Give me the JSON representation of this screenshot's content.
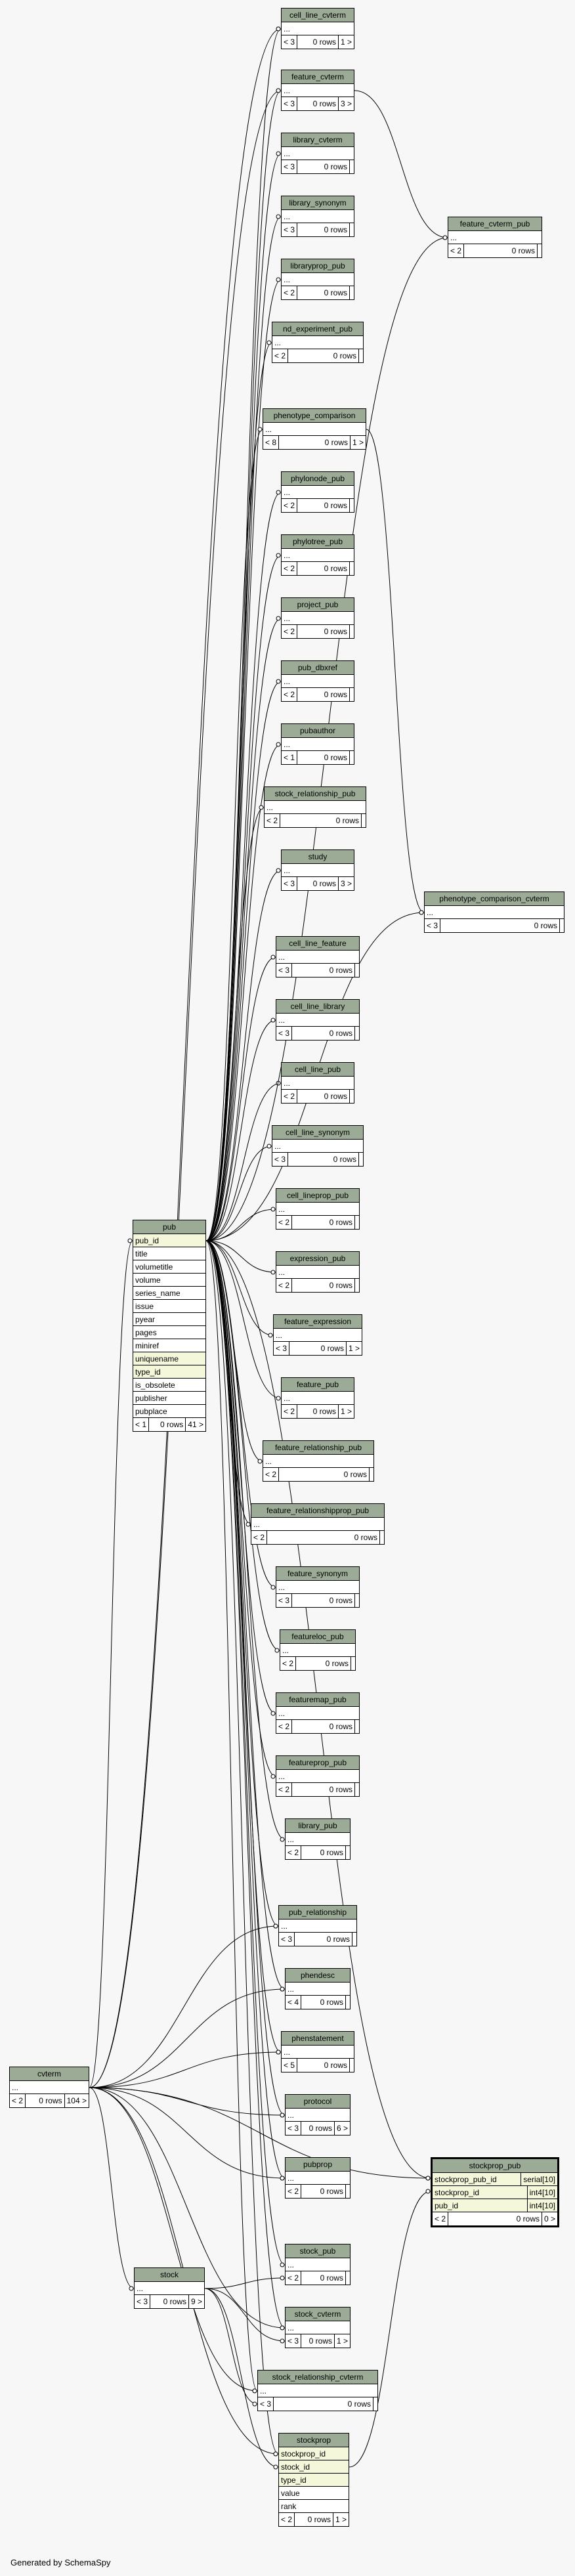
{
  "footer": "Generated by SchemaSpy",
  "tables": [
    {
      "name": "cell_line_cvterm",
      "rows": [
        "..."
      ],
      "footer": [
        "< 3",
        "0 rows",
        "1 >"
      ]
    },
    {
      "name": "feature_cvterm",
      "rows": [
        "..."
      ],
      "footer": [
        "< 3",
        "0 rows",
        "3 >"
      ]
    },
    {
      "name": "library_cvterm",
      "rows": [
        "..."
      ],
      "footer": [
        "< 3",
        "0 rows",
        ""
      ]
    },
    {
      "name": "library_synonym",
      "rows": [
        "..."
      ],
      "footer": [
        "< 3",
        "0 rows",
        ""
      ]
    },
    {
      "name": "libraryprop_pub",
      "rows": [
        "..."
      ],
      "footer": [
        "< 2",
        "0 rows",
        ""
      ]
    },
    {
      "name": "nd_experiment_pub",
      "rows": [
        "..."
      ],
      "footer": [
        "< 2",
        "0 rows",
        ""
      ]
    },
    {
      "name": "feature_cvterm_pub",
      "rows": [
        "..."
      ],
      "footer": [
        "< 2",
        "0 rows",
        ""
      ]
    },
    {
      "name": "phenotype_comparison",
      "rows": [
        "..."
      ],
      "footer": [
        "< 8",
        "0 rows",
        "1 >"
      ]
    },
    {
      "name": "phylonode_pub",
      "rows": [
        "..."
      ],
      "footer": [
        "< 2",
        "0 rows",
        ""
      ]
    },
    {
      "name": "phylotree_pub",
      "rows": [
        "..."
      ],
      "footer": [
        "< 2",
        "0 rows",
        ""
      ]
    },
    {
      "name": "project_pub",
      "rows": [
        "..."
      ],
      "footer": [
        "< 2",
        "0 rows",
        ""
      ]
    },
    {
      "name": "pub_dbxref",
      "rows": [
        "..."
      ],
      "footer": [
        "< 2",
        "0 rows",
        ""
      ]
    },
    {
      "name": "pubauthor",
      "rows": [
        "..."
      ],
      "footer": [
        "< 1",
        "0 rows",
        ""
      ]
    },
    {
      "name": "stock_relationship_pub",
      "rows": [
        "..."
      ],
      "footer": [
        "< 2",
        "0 rows",
        ""
      ]
    },
    {
      "name": "study",
      "rows": [
        "..."
      ],
      "footer": [
        "< 3",
        "0 rows",
        "3 >"
      ]
    },
    {
      "name": "phenotype_comparison_cvterm",
      "rows": [
        "..."
      ],
      "footer": [
        "< 3",
        "0 rows",
        ""
      ]
    },
    {
      "name": "cell_line_feature",
      "rows": [
        "..."
      ],
      "footer": [
        "< 3",
        "0 rows",
        ""
      ]
    },
    {
      "name": "cell_line_library",
      "rows": [
        "..."
      ],
      "footer": [
        "< 3",
        "0 rows",
        ""
      ]
    },
    {
      "name": "cell_line_pub",
      "rows": [
        "..."
      ],
      "footer": [
        "< 2",
        "0 rows",
        ""
      ]
    },
    {
      "name": "cell_line_synonym",
      "rows": [
        "..."
      ],
      "footer": [
        "< 3",
        "0 rows",
        ""
      ]
    },
    {
      "name": "cell_lineprop_pub",
      "rows": [
        "..."
      ],
      "footer": [
        "< 2",
        "0 rows",
        ""
      ]
    },
    {
      "name": "expression_pub",
      "rows": [
        "..."
      ],
      "footer": [
        "< 2",
        "0 rows",
        ""
      ]
    },
    {
      "name": "feature_expression",
      "rows": [
        "..."
      ],
      "footer": [
        "< 3",
        "0 rows",
        "1 >"
      ]
    },
    {
      "name": "feature_pub",
      "rows": [
        "..."
      ],
      "footer": [
        "< 2",
        "0 rows",
        "1 >"
      ]
    },
    {
      "name": "feature_relationship_pub",
      "rows": [
        "..."
      ],
      "footer": [
        "< 2",
        "0 rows",
        ""
      ]
    },
    {
      "name": "feature_relationshipprop_pub",
      "rows": [
        "..."
      ],
      "footer": [
        "< 2",
        "0 rows",
        ""
      ]
    },
    {
      "name": "feature_synonym",
      "rows": [
        "..."
      ],
      "footer": [
        "< 3",
        "0 rows",
        ""
      ]
    },
    {
      "name": "featureloc_pub",
      "rows": [
        "..."
      ],
      "footer": [
        "< 2",
        "0 rows",
        ""
      ]
    },
    {
      "name": "featuremap_pub",
      "rows": [
        "..."
      ],
      "footer": [
        "< 2",
        "0 rows",
        ""
      ]
    },
    {
      "name": "featureprop_pub",
      "rows": [
        "..."
      ],
      "footer": [
        "< 2",
        "0 rows",
        ""
      ]
    },
    {
      "name": "library_pub",
      "rows": [
        "..."
      ],
      "footer": [
        "< 2",
        "0 rows",
        ""
      ]
    },
    {
      "name": "pub_relationship",
      "rows": [
        "..."
      ],
      "footer": [
        "< 3",
        "0 rows",
        ""
      ]
    },
    {
      "name": "phendesc",
      "rows": [
        "..."
      ],
      "footer": [
        "< 4",
        "0 rows",
        ""
      ]
    },
    {
      "name": "phenstatement",
      "rows": [
        "..."
      ],
      "footer": [
        "< 5",
        "0 rows",
        ""
      ]
    },
    {
      "name": "protocol",
      "rows": [
        "..."
      ],
      "footer": [
        "< 3",
        "0 rows",
        "6 >"
      ]
    },
    {
      "name": "pubprop",
      "rows": [
        "..."
      ],
      "footer": [
        "< 2",
        "0 rows",
        ""
      ]
    },
    {
      "name": "stock_pub",
      "rows": [
        "..."
      ],
      "footer": [
        "< 2",
        "0 rows",
        ""
      ]
    },
    {
      "name": "stock_cvterm",
      "rows": [
        "..."
      ],
      "footer": [
        "< 3",
        "0 rows",
        "1 >"
      ]
    },
    {
      "name": "stock_relationship_cvterm",
      "rows": [
        "..."
      ],
      "footer": [
        "< 3",
        "0 rows",
        ""
      ]
    },
    {
      "name": "stockprop",
      "rows": [
        "stockprop_id",
        "stock_id",
        "type_id",
        "value",
        "rank"
      ],
      "footer": [
        "< 2",
        "0 rows",
        "1 >"
      ]
    },
    {
      "name": "pub",
      "rows": [
        "pub_id",
        "title",
        "volumetitle",
        "volume",
        "series_name",
        "issue",
        "pyear",
        "pages",
        "miniref",
        "uniquename",
        "type_id",
        "is_obsolete",
        "publisher",
        "pubplace"
      ],
      "footer": [
        "< 1",
        "0 rows",
        "41 >"
      ]
    },
    {
      "name": "cvterm",
      "rows": [
        "..."
      ],
      "footer": [
        "< 2",
        "0 rows",
        "104 >"
      ]
    },
    {
      "name": "stock",
      "rows": [
        "..."
      ],
      "footer": [
        "< 3",
        "0 rows",
        "9 >"
      ]
    },
    {
      "name": "stockprop_pub",
      "rows": [
        [
          "stockprop_pub_id",
          "serial[10]"
        ],
        [
          "stockprop_id",
          "int4[10]"
        ],
        [
          "pub_id",
          "int4[10]"
        ]
      ],
      "footer": [
        "< 2",
        "0 rows",
        "0 >"
      ]
    }
  ]
}
